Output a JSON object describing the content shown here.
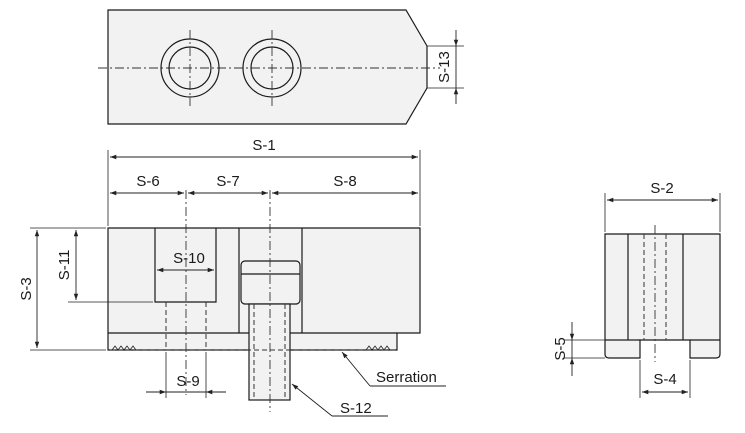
{
  "labels": {
    "s1": "S-1",
    "s2": "S-2",
    "s3": "S-3",
    "s4": "S-4",
    "s5": "S-5",
    "s6": "S-6",
    "s7": "S-7",
    "s8": "S-8",
    "s9": "S-9",
    "s10": "S-10",
    "s11": "S-11",
    "s12": "S-12",
    "s13": "S-13",
    "serration": "Serration"
  }
}
